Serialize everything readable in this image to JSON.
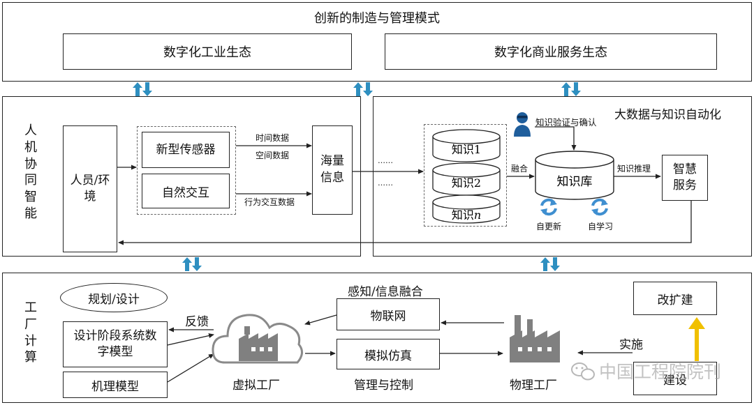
{
  "top": {
    "title": "创新的制造与管理模式",
    "left_box": "数字化工业生态",
    "right_box": "数字化商业服务生态"
  },
  "middle_left": {
    "side_label": [
      "人",
      "机",
      "协",
      "同",
      "智",
      "能"
    ],
    "people_env": "人员/环境",
    "sensor": "新型传感器",
    "interaction": "自然交互",
    "time_data": "时间数据",
    "space_data": "空间数据",
    "behavior_data": "行为交互数据",
    "mass_info": "海量信息"
  },
  "middle_right": {
    "title": "大数据与知识自动化",
    "ellipsis_1": "……",
    "ellipsis_2": "……",
    "knowledge_1": "知识1",
    "knowledge_2": "知识2",
    "knowledge_n_prefix": "知识",
    "knowledge_n_suffix": "n",
    "verify": "知识验证与确认",
    "fusion": "融合",
    "knowledge_base": "知识库",
    "reasoning": "知识推理",
    "smart_service": "智慧服务",
    "self_update": "自更新",
    "self_learn": "自学习"
  },
  "bottom": {
    "side_label": [
      "工",
      "厂",
      "计",
      "算"
    ],
    "planning": "规划/设计",
    "design_model": "设计阶段系统数字模型",
    "mechanism_model": "机理模型",
    "feedback": "反馈",
    "virtual_factory": "虚拟工厂",
    "sense_fusion": "感知/信息融合",
    "iot": "物联网",
    "simulation": "模拟仿真",
    "management": "管理与控制",
    "physical_factory": "物理工厂",
    "implement": "实施",
    "renovation": "改扩建",
    "construction": "建设"
  },
  "watermark": "中国工程院院刊",
  "colors": {
    "bidirectional_arrow": "#2e8fc0",
    "cycle_icon": "#3f8fd0",
    "up_arrow": "#f0c000",
    "factory_gray": "#808080",
    "line": "#222222"
  }
}
